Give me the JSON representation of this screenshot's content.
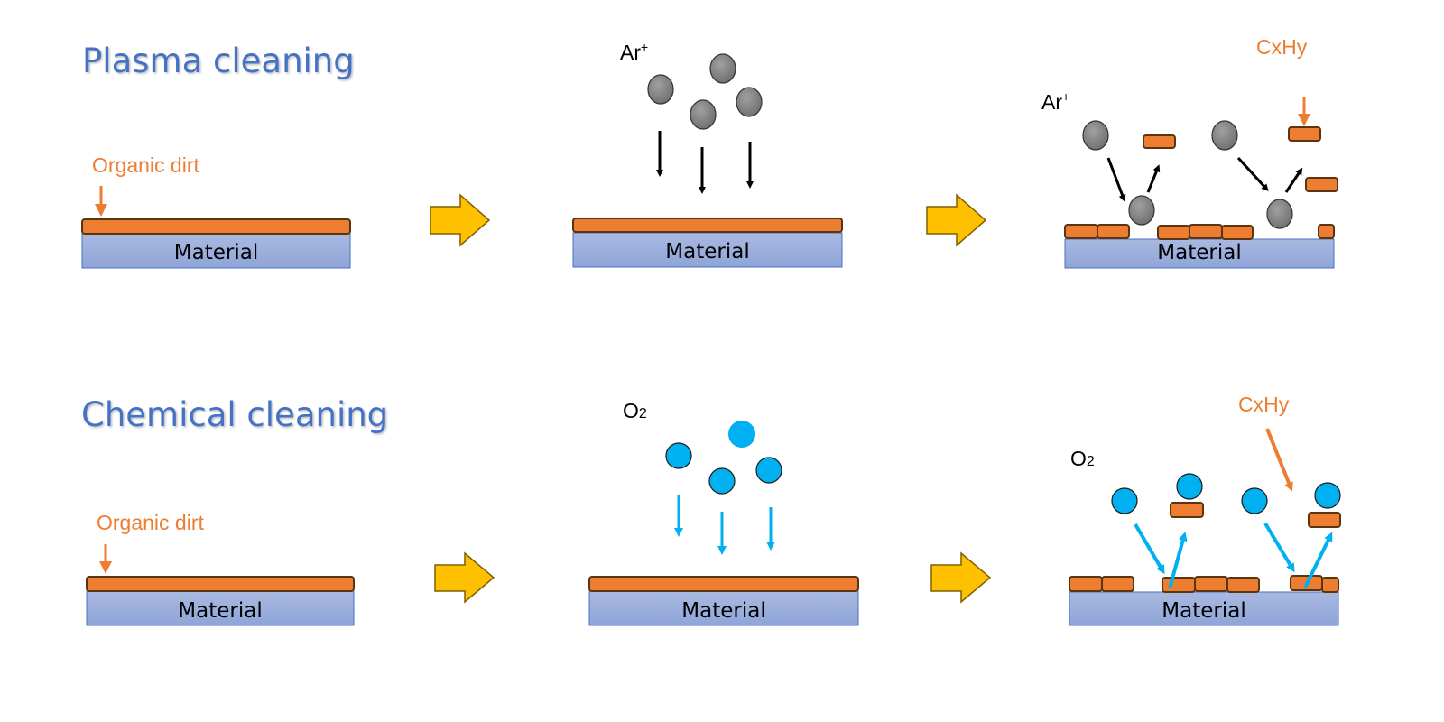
{
  "rows": [
    {
      "id": "plasma",
      "title": "Plasma cleaning",
      "dirt_label": "Organic dirt",
      "material_label": "Material",
      "particle_label_base": "Ar",
      "particle_label_sup": "+",
      "particle_label_sub": "",
      "particle_type": "argon-ion",
      "product_label": "CxHy"
    },
    {
      "id": "chemical",
      "title": "Chemical cleaning",
      "dirt_label": "Organic dirt",
      "material_label": "Material",
      "particle_label_base": "O",
      "particle_label_sup": "",
      "particle_label_sub": "2",
      "particle_type": "oxygen-molecule",
      "product_label": "CxHy"
    }
  ],
  "colors": {
    "title": "#4472C4",
    "dirt": "#ED7D31",
    "material": "#8FAADC",
    "argon": "#808080",
    "oxygen": "#00B0F0",
    "step_arrow": "#FFC000"
  }
}
